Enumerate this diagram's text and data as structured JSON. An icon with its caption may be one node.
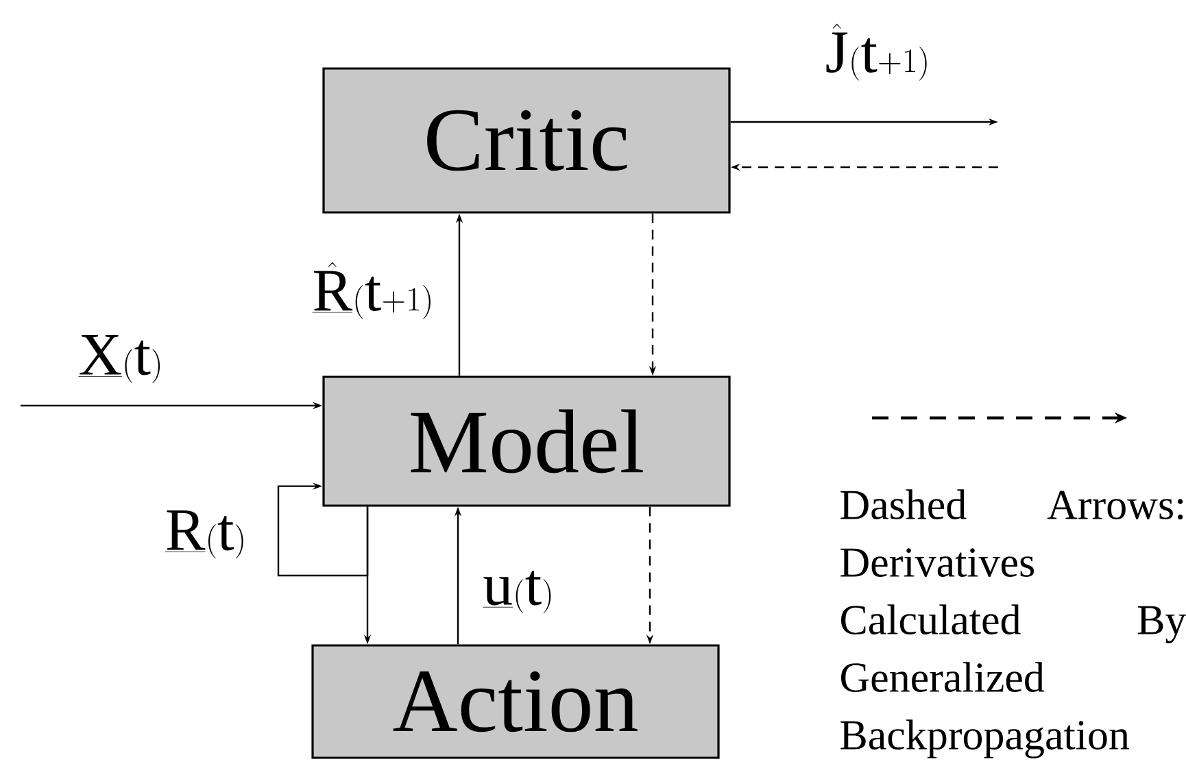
{
  "diagram": {
    "nodes": [
      {
        "text": [
          "Critic"
        ]
      },
      {
        "text": [
          "Model"
        ]
      },
      {
        "text": [
          "Action"
        ]
      }
    ],
    "edges": [
      {
        "from": 0,
        "to": null,
        "arrow": "to",
        "label": "\\hat{\\mathrm{J}}(\\mathrm{t}{+}1)"
      },
      {
        "from": null,
        "to": 0,
        "arrow": "to",
        "style": "dashed"
      },
      {
        "from": 1,
        "to": 0,
        "arrow": "to",
        "label": "\\underline{\\hat{\\mathrm{R}}}(\\mathrm{t}{+}1)"
      },
      {
        "from": 0,
        "to": 1,
        "arrow": "to",
        "style": "dashed"
      },
      {
        "from": null,
        "to": 1,
        "arrow": "to",
        "label": "\\underline{\\mathrm{X}}(\\mathrm{t})"
      },
      {
        "from": 1,
        "to": 2,
        "arrow": "to"
      },
      {
        "from": 1,
        "to": 1,
        "arrow": "to",
        "label": "\\underline{\\mathrm{R}}(\\mathrm{t})"
      },
      {
        "from": 2,
        "to": 1,
        "arrow": "to",
        "label": "\\underline{\\mathrm{u}}(\\mathrm{t})"
      },
      {
        "from": 1,
        "to": 2,
        "arrow": "to",
        "style": "dashed"
      }
    ],
    "legend": [
      {
        "text": "Dashed Arrows: Derivatives Calculated By Generalized Backpropagation"
      }
    ]
  }
}
